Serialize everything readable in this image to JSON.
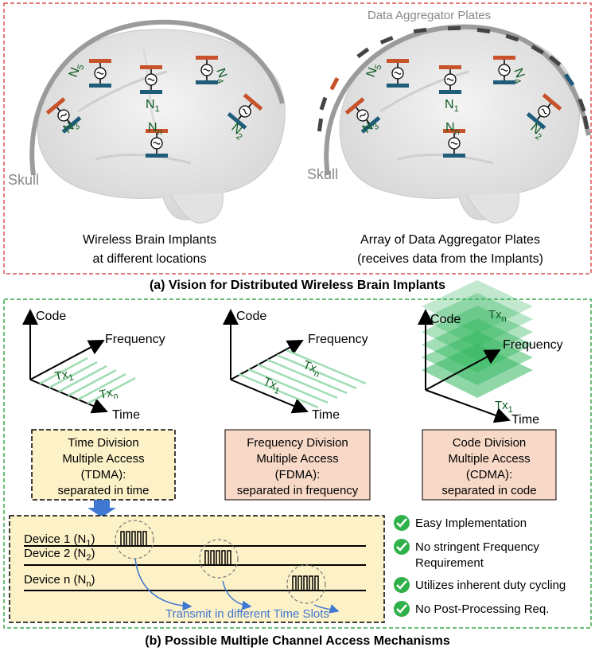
{
  "panel_a": {
    "caption": "(a) Vision for Distributed Wireless Brain Implants",
    "left": {
      "skull_label": "Skull",
      "caption_line1": "Wireless Brain Implants",
      "caption_line2": "at different locations"
    },
    "right": {
      "top_label": "Data Aggregator Plates",
      "skull_label": "Skull",
      "caption_line1": "Array of Data Aggregator Plates",
      "caption_line2": "(receives data from the Implants)"
    },
    "node_labels": {
      "n1": "N",
      "n1_sub": "1",
      "n2": "N",
      "n2_sub": "2",
      "n3": "N",
      "n3_sub": "3",
      "n4": "N",
      "n4_sub": "4",
      "n5": "N",
      "n5_sub": "5",
      "nn": "N",
      "nn_sub": "n"
    }
  },
  "panel_b": {
    "caption": "(b) Possible Multiple Channel Access Mechanisms",
    "axes": {
      "code": "Code",
      "frequency": "Frequency",
      "time": "Time"
    },
    "tx": {
      "tx": "Tx",
      "sub1": "1",
      "subn": "n"
    },
    "tdma_box": [
      "Time Division",
      "Multiple Access",
      "(TDMA):",
      "separated in time"
    ],
    "fdma_box": [
      "Frequency Division",
      "Multiple Access",
      "(FDMA):",
      "separated in frequency"
    ],
    "cdma_box": [
      "Code Division",
      "Multiple Access",
      "(CDMA):",
      "separated in code"
    ],
    "devices": [
      {
        "label": "Device 1 (N",
        "sub": "1",
        "close": ")"
      },
      {
        "label": "Device 2 (N",
        "sub": "2",
        "close": ")"
      },
      {
        "label": "Device n (N",
        "sub": "n",
        "close": ")"
      }
    ],
    "timeslot_caption": "Transmit in different Time Slots",
    "benefits": [
      [
        "Easy Implementation"
      ],
      [
        "No stringent Frequency",
        "Requirement"
      ],
      [
        "Utilizes inherent duty cycling"
      ],
      [
        "No Post-Processing Req."
      ]
    ]
  },
  "colors": {
    "red_dash": "#d9534f",
    "green_dash": "#3aa64a",
    "orange_bar": "#c8522a",
    "teal_bar": "#1f5c7a",
    "node_text": "#0e5a22",
    "tdma_fill": "#fdf1c7",
    "fdma_fill": "#f8d9c7",
    "cdma_fill": "#f8d9c7",
    "arrow_blue": "#3f78d1",
    "check_green": "#2fb14a",
    "tx_green": "#9fdcb2",
    "skull_gray": "#9b9b9b"
  }
}
